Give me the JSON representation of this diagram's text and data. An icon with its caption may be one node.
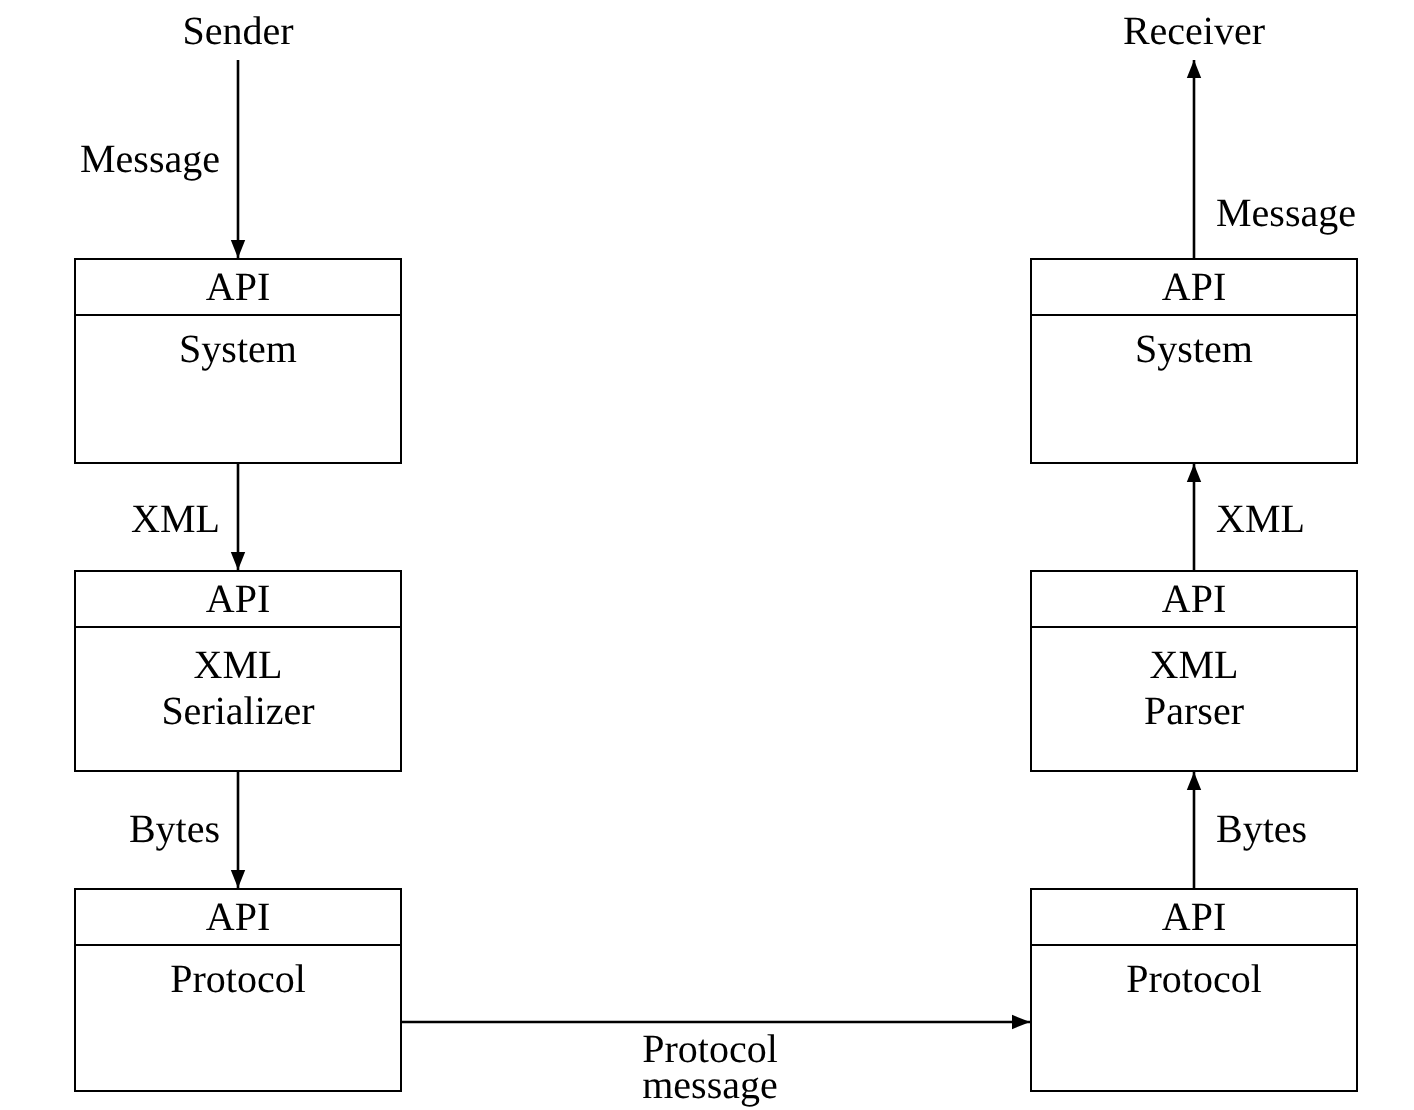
{
  "diagram": {
    "nodes": [
      {
        "text": [
          "Sender"
        ]
      },
      {
        "text": [
          "Receiver"
        ]
      },
      {
        "text": [
          "API",
          "System"
        ]
      },
      {
        "text": [
          "API",
          "System"
        ]
      },
      {
        "text": [
          "API",
          "XML Serializer"
        ]
      },
      {
        "text": [
          "API",
          "XML Parser"
        ]
      },
      {
        "text": [
          "API",
          "Protocol"
        ]
      },
      {
        "text": [
          "API",
          "Protocol"
        ]
      }
    ],
    "edges": [
      {
        "from": 0,
        "to": 2,
        "arrow": "to",
        "label": "Message"
      },
      {
        "from": 2,
        "to": 4,
        "arrow": "to",
        "label": "XML"
      },
      {
        "from": 4,
        "to": 6,
        "arrow": "to",
        "label": "Bytes"
      },
      {
        "from": 6,
        "to": 7,
        "arrow": "to",
        "label": "Protocol message"
      },
      {
        "from": 7,
        "to": 5,
        "arrow": "to",
        "label": "Bytes"
      },
      {
        "from": 5,
        "to": 3,
        "arrow": "to",
        "label": "XML"
      },
      {
        "from": 3,
        "to": 1,
        "arrow": "to",
        "label": "Message"
      }
    ]
  }
}
